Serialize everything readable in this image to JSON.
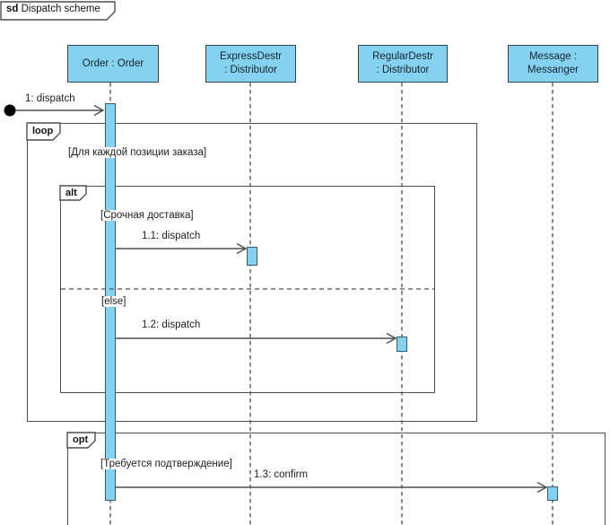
{
  "diagram": {
    "keyword": "sd",
    "name": "Dispatch scheme",
    "type": "uml-sequence-diagram"
  },
  "lifelines": [
    {
      "id": "order",
      "label": "Order : Order",
      "lines": [
        "Order : Order"
      ]
    },
    {
      "id": "express",
      "label": "ExpressDestr : Distributor",
      "lines": [
        "ExpressDestr",
        ": Distributor"
      ]
    },
    {
      "id": "regular",
      "label": "RegularDestr : Distributor",
      "lines": [
        "RegularDestr",
        ": Distributor"
      ]
    },
    {
      "id": "messanger",
      "label": "Message : Messanger",
      "lines": [
        "Message :",
        "Messanger"
      ]
    }
  ],
  "fragments": [
    {
      "operator": "loop",
      "guard": "[Для каждой позиции заказа]"
    },
    {
      "operator": "alt",
      "guards": [
        "[Срочная доставка]",
        "[else]"
      ]
    },
    {
      "operator": "opt",
      "guard": "[Требуется подтверждение]"
    }
  ],
  "messages": [
    {
      "label": "1: dispatch",
      "from": "found-gate",
      "to": "order"
    },
    {
      "label": "1.1: dispatch",
      "from": "order",
      "to": "express"
    },
    {
      "label": "1.2: dispatch",
      "from": "order",
      "to": "regular"
    },
    {
      "label": "1.3: confirm",
      "from": "order",
      "to": "messanger"
    }
  ],
  "colors": {
    "shape_fill": "#84d2ef",
    "header_border": "#39434f",
    "activation_border": "#2f5d79",
    "frame_border": "#4f4f4f",
    "text": "#202020",
    "background": "#ffffff"
  }
}
